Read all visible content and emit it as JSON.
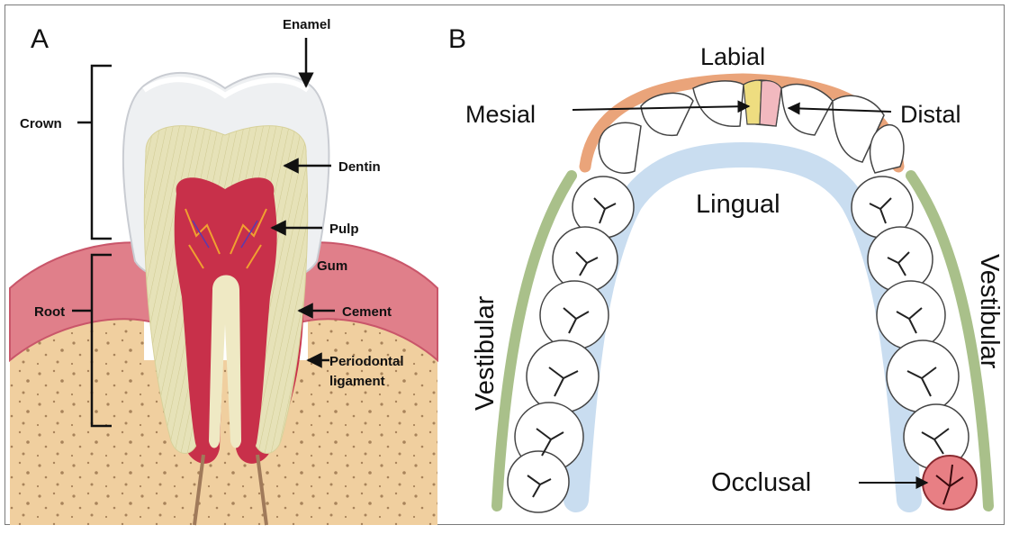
{
  "panels": {
    "a": {
      "letter": "A",
      "labels": {
        "enamel": "Enamel",
        "crown": "Crown",
        "dentin": "Dentin",
        "pulp": "Pulp",
        "gum": "Gum",
        "root": "Root",
        "cement": "Cement",
        "periodontal_line1": "Periodontal",
        "periodontal_line2": "ligament"
      }
    },
    "b": {
      "letter": "B",
      "labels": {
        "labial": "Labial",
        "mesial": "Mesial",
        "distal": "Distal",
        "lingual": "Lingual",
        "vestibular_left": "Vestibular",
        "vestibular_right": "Vestibular",
        "occlusal": "Occlusal"
      }
    }
  },
  "colors": {
    "enamel": "#eef0f2",
    "dentin": "#e6e2b8",
    "pulp": "#c8304a",
    "gum": "#e07f8a",
    "bone": "#f0cf9f",
    "labial_arch": "#eaa47a",
    "lingual_band": "#c9ddf0",
    "vestibular_band": "#a9c08a",
    "mesial_highlight": "#eedd80",
    "distal_highlight": "#f2b9bf",
    "occlusal_highlight": "#e87f84"
  }
}
